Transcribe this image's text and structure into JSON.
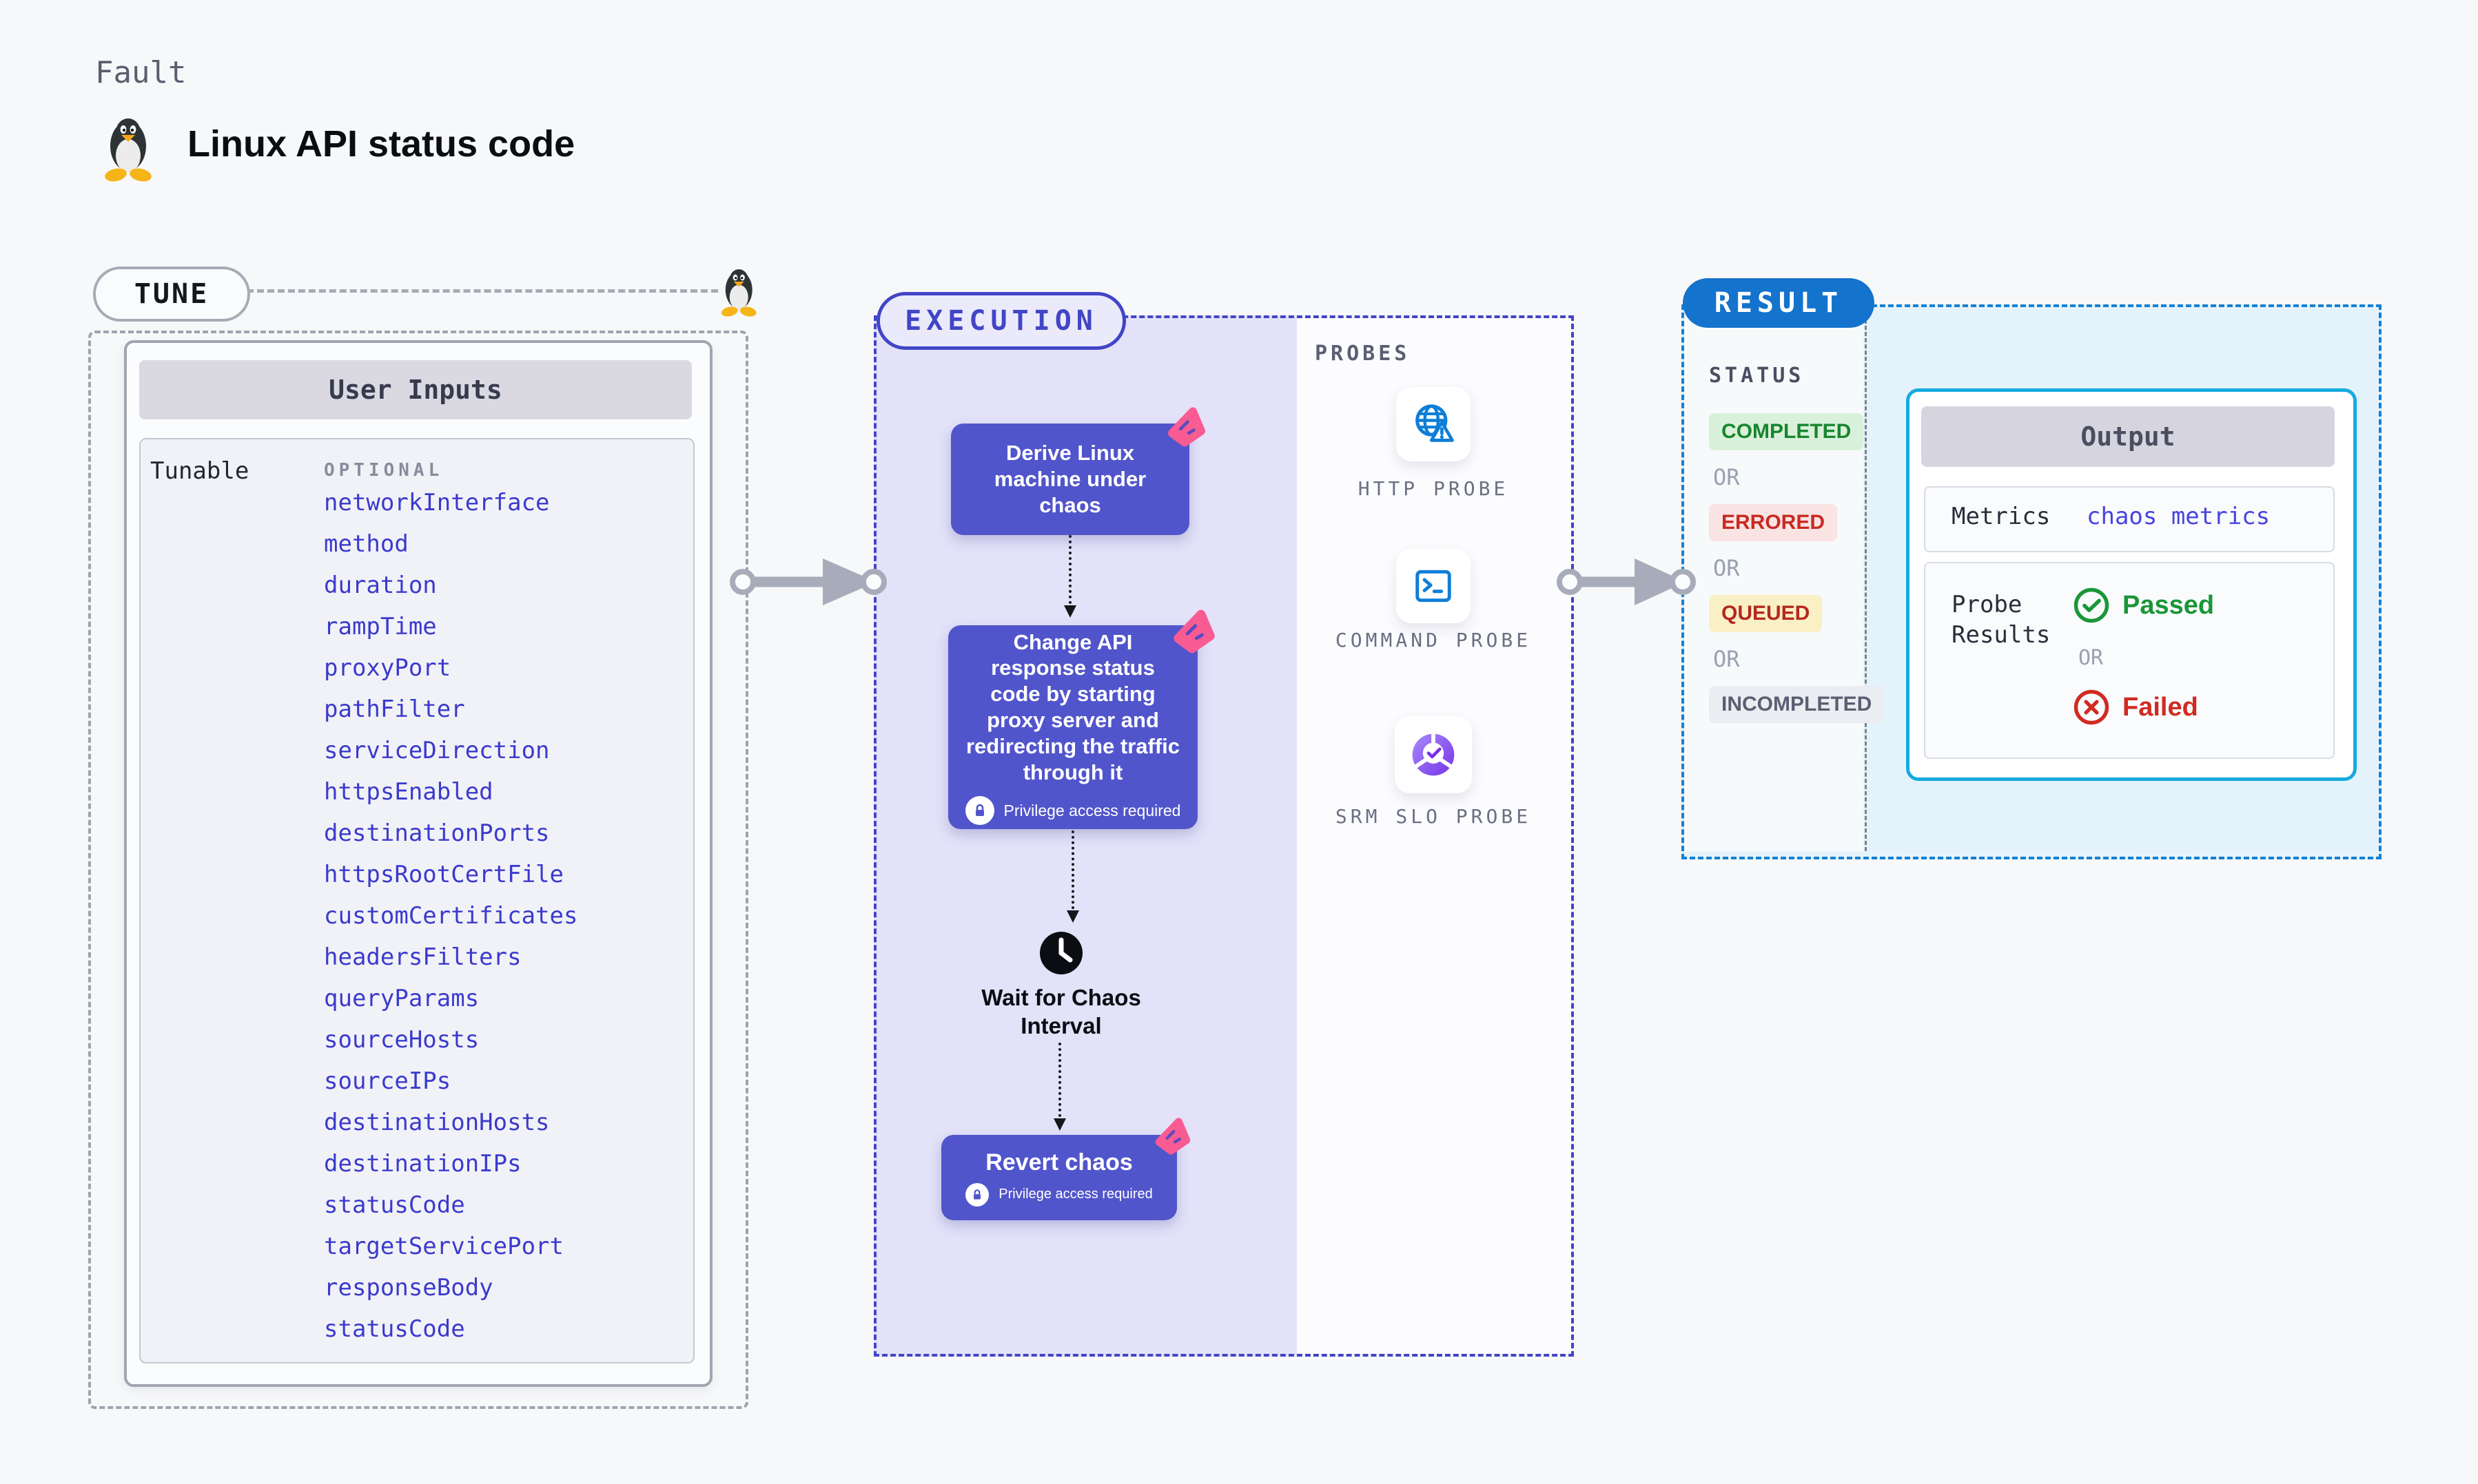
{
  "page": {
    "kicker": "Fault",
    "title": "Linux API status code"
  },
  "tune": {
    "badge": "TUNE",
    "table_header": "User Inputs",
    "row_label": "Tunable",
    "column_label": "OPTIONAL",
    "params": [
      "networkInterface",
      "method",
      "duration",
      "rampTime",
      "proxyPort",
      "pathFilter",
      "serviceDirection",
      "httpsEnabled",
      "destinationPorts",
      "httpsRootCertFile",
      "customCertificates",
      "headersFilters",
      "queryParams",
      "sourceHosts",
      "sourceIPs",
      "destinationHosts",
      "destinationIPs",
      "statusCode",
      "targetServicePort",
      "responseBody",
      "statusCode"
    ]
  },
  "execution": {
    "badge": "EXECUTION",
    "node1": "Derive Linux machine under chaos",
    "node2": "Change API response status code by starting proxy server and redirecting the traffic through it",
    "node2_privilege": "Privilege access required",
    "wait_label": "Wait for Chaos Interval",
    "node3": "Revert chaos",
    "node3_privilege": "Privilege access required"
  },
  "probes": {
    "title": "PROBES",
    "items": [
      {
        "label": "HTTP PROBE",
        "icon": "globe-alert-icon"
      },
      {
        "label": "COMMAND PROBE",
        "icon": "terminal-icon"
      },
      {
        "label": "SRM SLO PROBE",
        "icon": "slo-donut-icon"
      }
    ]
  },
  "result": {
    "badge": "RESULT",
    "status_title": "STATUS",
    "status_flow": [
      {
        "kind": "badge",
        "label": "COMPLETED",
        "bg": "#D9F1DA",
        "color": "#17862E"
      },
      {
        "kind": "or",
        "label": "OR"
      },
      {
        "kind": "badge",
        "label": "ERRORED",
        "bg": "#FAE3E3",
        "color": "#C82A22"
      },
      {
        "kind": "or",
        "label": "OR"
      },
      {
        "kind": "badge",
        "label": "QUEUED",
        "bg": "#FAF0C6",
        "color": "#B5281E"
      },
      {
        "kind": "or",
        "label": "OR"
      },
      {
        "kind": "badge",
        "label": "INCOMPLETED",
        "bg": "#ECEDF2",
        "color": "#5A5F72"
      }
    ],
    "output": {
      "header": "Output",
      "metrics_label": "Metrics",
      "metrics_value": "chaos metrics",
      "probe_results_label": "Probe Results",
      "passed_label": "Passed",
      "or_label": "OR",
      "failed_label": "Failed"
    }
  },
  "colors": {
    "accent_indigo": "#4145C6",
    "node_purple": "#5155CB",
    "chaos_pink": "#F85C92",
    "result_blue": "#1473CC",
    "output_border_cyan": "#16ABDF",
    "link_indigo": "#3B3ACD",
    "passed_green": "#1A9638",
    "failed_red": "#D02B21"
  }
}
